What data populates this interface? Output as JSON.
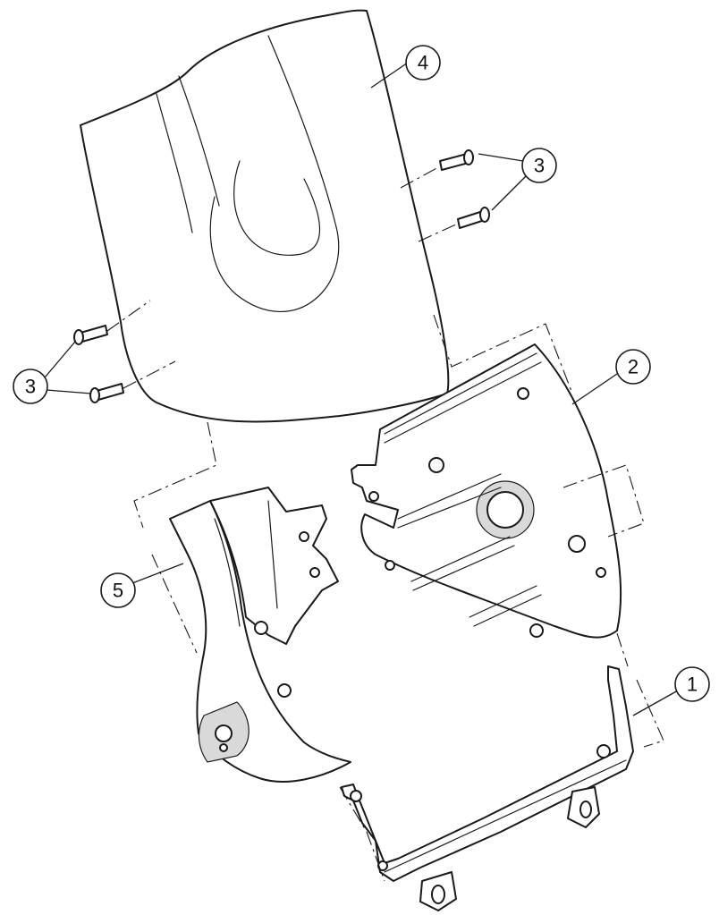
{
  "diagram": {
    "callouts": {
      "c1": "1",
      "c2": "2",
      "c3_right": "3",
      "c3_left": "3",
      "c4": "4",
      "c5": "5"
    }
  }
}
